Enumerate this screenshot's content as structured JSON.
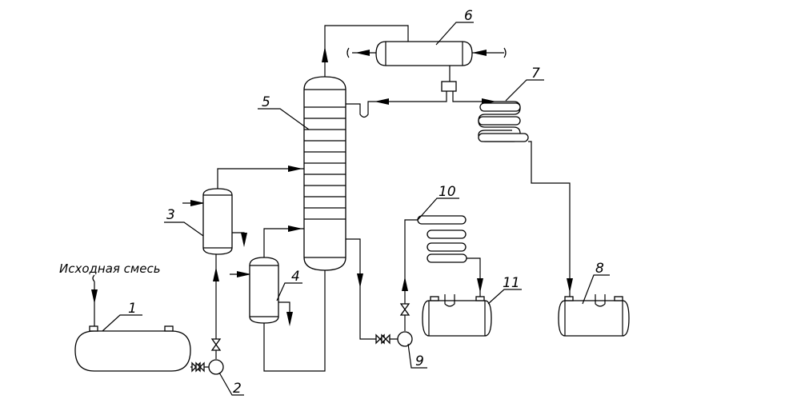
{
  "feed_label": "Исходная смесь",
  "labels": [
    {
      "id": "1",
      "text": "1"
    },
    {
      "id": "2",
      "text": "2"
    },
    {
      "id": "3",
      "text": "3"
    },
    {
      "id": "4",
      "text": "4"
    },
    {
      "id": "5",
      "text": "5"
    },
    {
      "id": "6",
      "text": "6"
    },
    {
      "id": "7",
      "text": "7"
    },
    {
      "id": "8",
      "text": "8"
    },
    {
      "id": "9",
      "text": "9"
    },
    {
      "id": "10",
      "text": "10"
    },
    {
      "id": "11",
      "text": "11"
    }
  ],
  "colors": {
    "line": "#000000",
    "background": "#ffffff"
  }
}
